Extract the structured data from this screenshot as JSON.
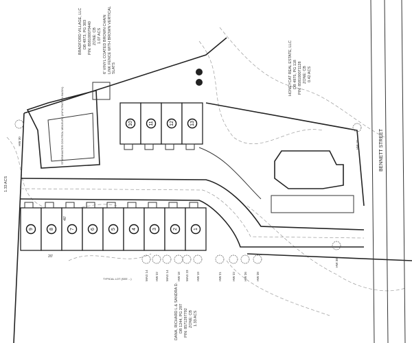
{
  "parcels": {
    "bradford": [
      "BRADFORD VILLAGE, LLC",
      "DB 4973, PG 303",
      "PIN: 858100079440",
      "ZONE: CB",
      "1.07 ACS"
    ],
    "honeycat": [
      "HONEYCAT REAL ESTATE, LLC",
      "DB 4975, PG 118",
      "PIN: 858100071128",
      "ZONE: CB",
      "0.42 ACS"
    ],
    "dana": [
      "DANA, RICHARD L & SANDRA D.",
      "DB 1244, PG 297",
      "PIN: 8571297792",
      "ZONE: CB",
      "1.33 ACS"
    ]
  },
  "street": "BENNETT STREET",
  "left_acreage": "1.33 ACS",
  "lots_top": [
    "10",
    "11",
    "12",
    "13"
  ],
  "lots_bottom": [
    "9",
    "8",
    "7",
    "6",
    "5",
    "4",
    "3",
    "2",
    "1"
  ],
  "dimensions": {
    "width": "20'",
    "depth": "40'"
  },
  "notes": {
    "fence": "6' VINYL COATED BROWN CHAIN LINK FENCE WITH BROWN VERTICAL SLATS",
    "stormwater": "STORMWATER CONTROL MEASURE (INFILTRATION BASIN)",
    "typical_lot": "TYPICAL LOT (SEE ...)"
  },
  "trees": [
    "MAG 14",
    "HW 22",
    "MAG 14",
    "HW 18",
    "MAG 23",
    "HW 19",
    "HW 21",
    "HW 22",
    "HW 26",
    "HW 28",
    "HW 38",
    "HW 10",
    "HW 30"
  ]
}
